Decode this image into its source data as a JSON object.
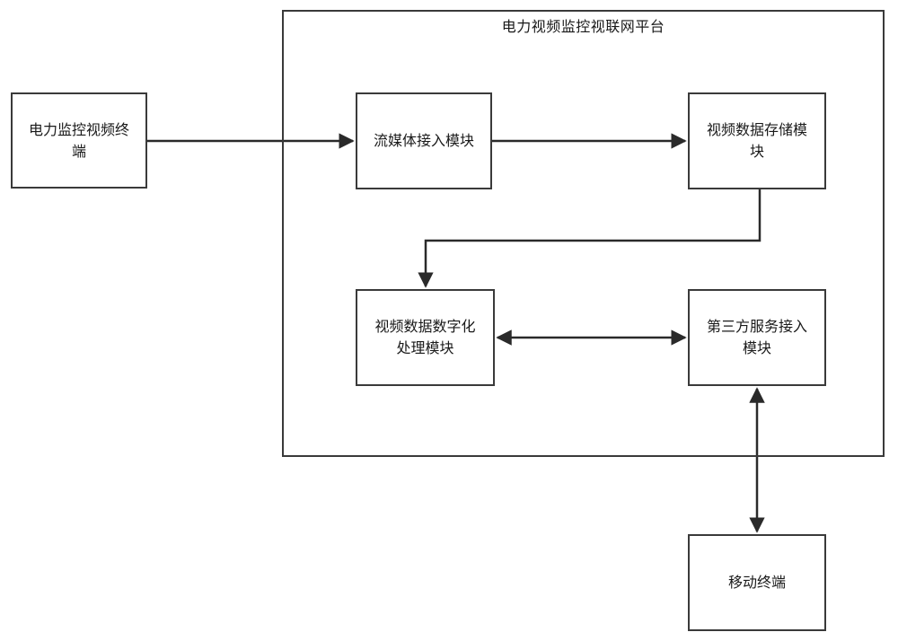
{
  "platform": {
    "title": "电力视频监控视联网平台"
  },
  "nodes": {
    "power_terminal": "电力监控视频终端",
    "stream_access": "流媒体接入模块",
    "storage": "视频数据存储模块",
    "processing": "视频数据数字化处理模块",
    "third_party": "第三方服务接入模块",
    "mobile": "移动终端"
  },
  "colors": {
    "stroke": "#3a3a3a",
    "background": "#ffffff",
    "text": "#1a1a1a"
  },
  "edges": [
    {
      "from": "power_terminal",
      "to": "stream_access",
      "direction": "forward"
    },
    {
      "from": "stream_access",
      "to": "storage",
      "direction": "forward"
    },
    {
      "from": "storage",
      "to": "processing",
      "direction": "forward"
    },
    {
      "from": "processing",
      "to": "third_party",
      "direction": "both"
    },
    {
      "from": "third_party",
      "to": "mobile",
      "direction": "both"
    }
  ]
}
